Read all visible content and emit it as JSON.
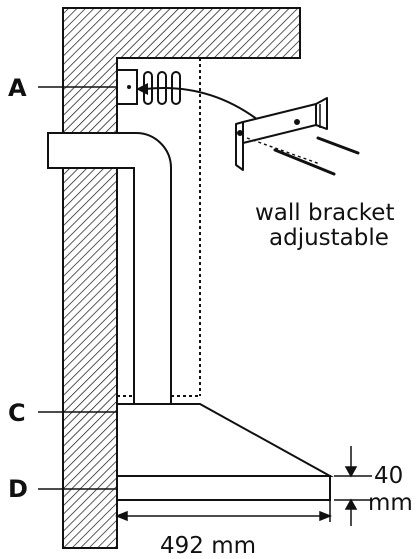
{
  "labels": {
    "A": "A",
    "C": "C",
    "D": "D"
  },
  "callout": {
    "line1": "wall bracket",
    "line2": "adjustable"
  },
  "dimensions": {
    "width_value": "492 mm",
    "height_value": "40",
    "height_unit": "mm"
  },
  "colors": {
    "ink": "#111111",
    "background": "#ffffff"
  }
}
